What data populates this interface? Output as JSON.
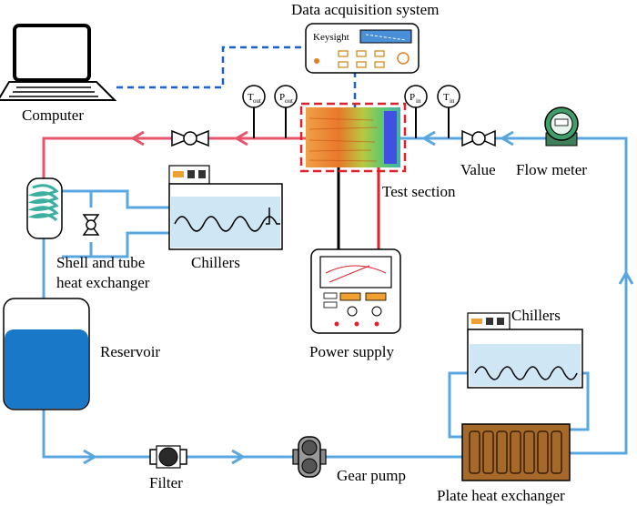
{
  "labels": {
    "data_acquisition": "Data acquisition system",
    "computer": "Computer",
    "test_section": "Test section",
    "value": "Value",
    "flow_meter": "Flow meter",
    "shell_tube_line1": "Shell and tube",
    "shell_tube_line2": "heat exchanger",
    "chillers_left": "Chillers",
    "chillers_right": "Chillers",
    "power_supply": "Power supply",
    "reservoir": "Reservoir",
    "filter": "Filter",
    "gear_pump": "Gear pump",
    "plate_hx": "Plate heat exchanger",
    "keysight": "Keysight"
  },
  "gauges": {
    "t_out": {
      "main": "T",
      "sub": "out"
    },
    "p_out": {
      "main": "P",
      "sub": "out"
    },
    "p_in": {
      "main": "P",
      "sub": "in"
    },
    "t_in": {
      "main": "T",
      "sub": "in"
    }
  },
  "colors": {
    "hot_line": "#e8546c",
    "cold_line": "#5aa7e0",
    "signal_line": "#1f5fc8",
    "chiller_fill": "#cfe6f5",
    "reservoir_water": "#1a78c8",
    "plate_hx": "#a5692a",
    "test_section_border": "#e0202a"
  }
}
